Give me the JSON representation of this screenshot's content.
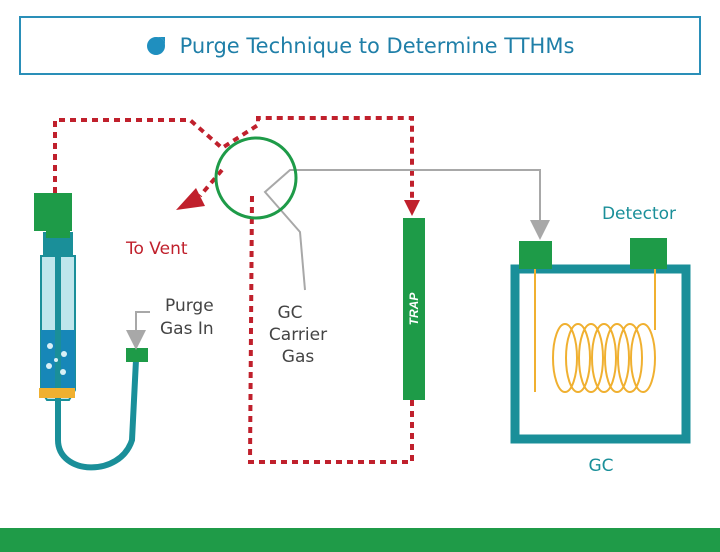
{
  "title": "Purge Technique to Determine TTHMs",
  "labels": {
    "to_vent": "To Vent",
    "purge_gas_in": [
      "Purge",
      "Gas In"
    ],
    "gc_carrier_gas": [
      "GC",
      "Carrier",
      "Gas"
    ],
    "trap": "TRAP",
    "detector": "Detector",
    "gc": "GC"
  },
  "colors": {
    "title": "#1f7fa8",
    "red": "#c0202c",
    "green": "#1e9b48",
    "teal": "#1a8f99",
    "gray": "#a8a8a8",
    "coil": "#f0b030",
    "footer": "#1f9b48"
  }
}
